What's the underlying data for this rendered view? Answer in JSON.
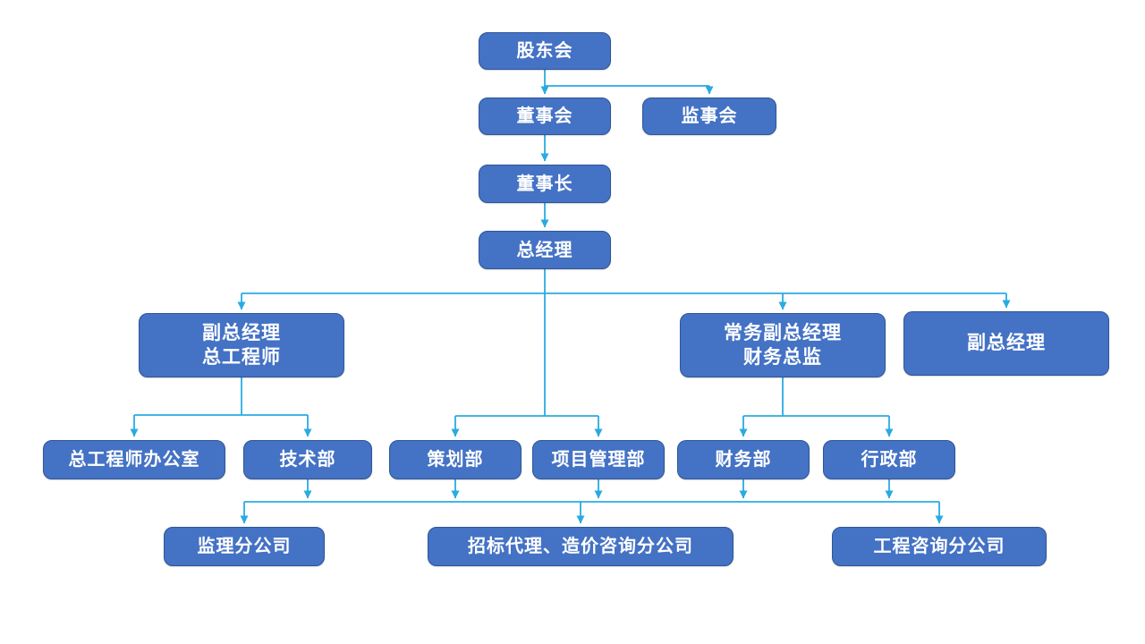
{
  "diagram": {
    "type": "org-chart",
    "language": "zh-CN",
    "colors": {
      "node_fill": "#4472c4",
      "node_border": "#2f5597",
      "node_text": "#ffffff",
      "connector": "#29abe2",
      "background": "#ffffff"
    }
  },
  "nodes": [
    {
      "id": "shareholders-meeting",
      "label": "股东会"
    },
    {
      "id": "board-of-directors",
      "label": "董事会"
    },
    {
      "id": "supervisory-board",
      "label": "监事会"
    },
    {
      "id": "chairman",
      "label": "董事长"
    },
    {
      "id": "general-manager",
      "label": "总经理"
    },
    {
      "id": "deputy-gm-chief-engineer",
      "lines": [
        "副总经理",
        "总工程师"
      ]
    },
    {
      "id": "exec-deputy-gm-cfo",
      "lines": [
        "常务副总经理",
        "财务总监"
      ]
    },
    {
      "id": "deputy-gm",
      "label": "副总经理"
    },
    {
      "id": "chief-engineer-office",
      "label": "总工程师办公室"
    },
    {
      "id": "technology-dept",
      "label": "技术部"
    },
    {
      "id": "planning-dept",
      "label": "策划部"
    },
    {
      "id": "project-management-dept",
      "label": "项目管理部"
    },
    {
      "id": "finance-dept",
      "label": "财务部"
    },
    {
      "id": "admin-dept",
      "label": "行政部"
    },
    {
      "id": "supervision-branch",
      "label": "监理分公司"
    },
    {
      "id": "bidding-cost-consulting-branch",
      "label": "招标代理、造价咨询分公司"
    },
    {
      "id": "engineering-consulting-branch",
      "label": "工程咨询分公司"
    }
  ],
  "edges": [
    {
      "from": "shareholders-meeting",
      "to": "board-of-directors"
    },
    {
      "from": "shareholders-meeting",
      "to": "supervisory-board"
    },
    {
      "from": "board-of-directors",
      "to": "chairman"
    },
    {
      "from": "chairman",
      "to": "general-manager"
    },
    {
      "from": "general-manager",
      "to": "deputy-gm-chief-engineer"
    },
    {
      "from": "general-manager",
      "to": "exec-deputy-gm-cfo"
    },
    {
      "from": "general-manager",
      "to": "deputy-gm"
    },
    {
      "from": "general-manager",
      "to": "planning-dept"
    },
    {
      "from": "general-manager",
      "to": "project-management-dept"
    },
    {
      "from": "deputy-gm-chief-engineer",
      "to": "chief-engineer-office"
    },
    {
      "from": "deputy-gm-chief-engineer",
      "to": "technology-dept"
    },
    {
      "from": "exec-deputy-gm-cfo",
      "to": "finance-dept"
    },
    {
      "from": "exec-deputy-gm-cfo",
      "to": "admin-dept"
    }
  ],
  "shared_bus": {
    "feeds_from": [
      "technology-dept",
      "planning-dept",
      "project-management-dept",
      "finance-dept",
      "admin-dept"
    ],
    "feeds_to": [
      "supervision-branch",
      "bidding-cost-consulting-branch",
      "engineering-consulting-branch"
    ]
  }
}
